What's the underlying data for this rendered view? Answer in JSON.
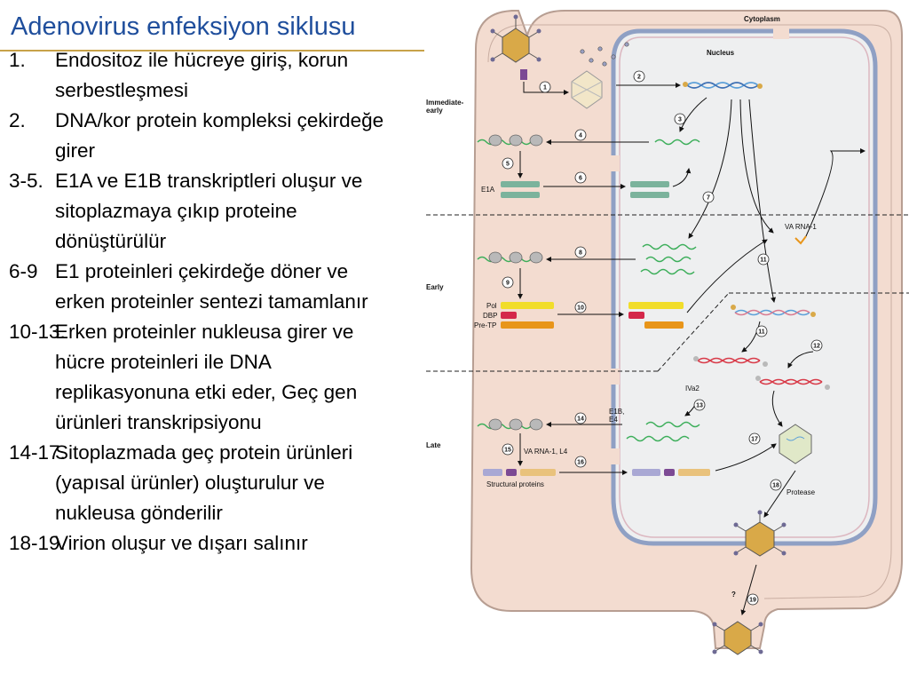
{
  "title": "Adenovirus enfeksiyon siklusu",
  "steps": [
    {
      "num": "1.",
      "text": "Endositoz ile hücreye giriş, korun serbestleşmesi"
    },
    {
      "num": "2.",
      "text": "DNA/kor protein kompleksi çekirdeğe girer"
    },
    {
      "num": "3-5.",
      "text": "E1A ve E1B transkriptleri oluşur ve sitoplazmaya çıkıp proteine dönüştürülür"
    },
    {
      "num": "6-9",
      "text": "E1 proteinleri çekirdeğe döner ve erken proteinler sentezi tamamlanır"
    },
    {
      "num": "10-13.",
      "text": "Erken proteinler nukleusa girer ve hücre proteinleri ile DNA replikasyonuna etki eder, Geç gen ürünleri transkripsiyonu"
    },
    {
      "num": "14-17.",
      "text": "Sitoplazmada geç protein ürünleri (yapısal ürünler) oluşturulur ve nukleusa gönderilir"
    },
    {
      "num": "18-19.",
      "text": "Virion oluşur ve dışarı salınır"
    }
  ],
  "diagram": {
    "cytoplasm_label": "Cytoplasm",
    "nucleus_label": "Nucleus",
    "phases": {
      "immediate_early": "Immediate-\nearly",
      "early": "Early",
      "late": "Late"
    },
    "labels": {
      "e1a": "E1A",
      "pol": "Pol",
      "dbp": "DBP",
      "pre_tp": "Pre-TP",
      "va_rna_1": "VA RNA-1",
      "e1b_e4": "E1B,\nE4",
      "iva2": "IVa2",
      "va_rna_l4": "VA RNA-1, L4",
      "structural_proteins": "Structural proteins",
      "protease": "Protease",
      "question": "?"
    },
    "step_numbers": [
      "1",
      "2",
      "3",
      "4",
      "5",
      "6",
      "7",
      "8",
      "9",
      "10",
      "11",
      "11",
      "12",
      "13",
      "14",
      "15",
      "16",
      "17",
      "18",
      "19"
    ],
    "colors": {
      "cell": "#f3dcd0",
      "cell_stroke": "#b79e92",
      "nucleus": "#eeeff0",
      "dna": "#5b9fd8",
      "red_dna": "#d83a48",
      "mrna": "#3cae5a",
      "e1a_protein": "#7bb39c",
      "pol": "#f1dd2a",
      "dbp": "#d4274a",
      "pre_tp": "#e8951a",
      "structural_a": "#a9a8d4",
      "structural_b": "#7c4a94",
      "structural_c": "#e9c27c",
      "virion": "#d9a948"
    }
  }
}
